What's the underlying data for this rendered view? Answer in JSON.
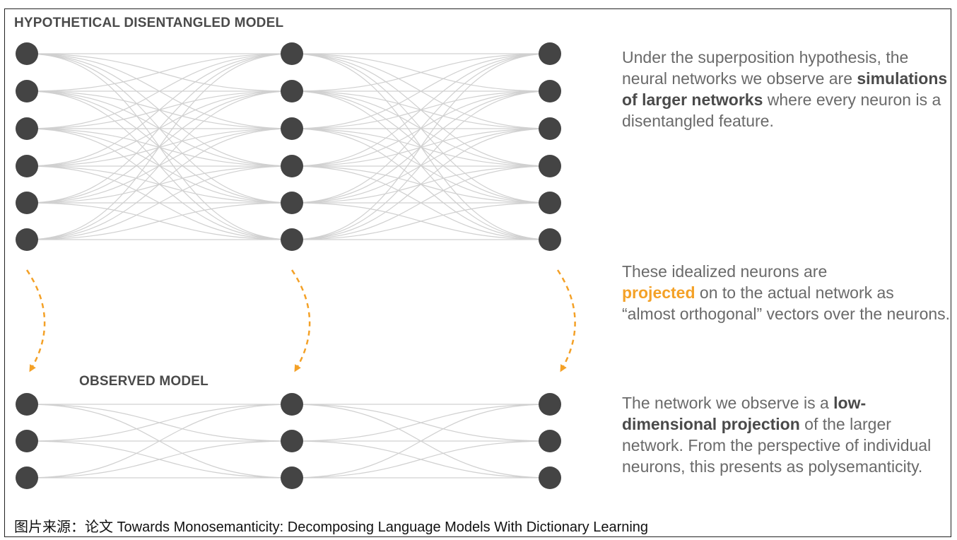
{
  "hypothetical_title": "HYPOTHETICAL DISENTANGLED MODEL",
  "observed_title": "OBSERVED MODEL",
  "text1": {
    "pre": "Under the superposition hypothesis, the neural networks we observe are ",
    "bold": "simulations of larger networks",
    "post": " where every neuron is a disentangled feature."
  },
  "text2": {
    "highlight": "projected",
    "post": " on to the actual network as “almost orthogonal” vectors over the neurons."
  },
  "text3": {
    "pre": "The network we observe is a ",
    "bold": "low-dimensional projection",
    "post": " of the larger network. From the perspective of individual neurons, this presents as polysemanticity."
  },
  "caption": "图片来源：论文 Towards Monosemanticity: Decomposing Language Models With Dictionary Learning",
  "colors": {
    "node": "#444444",
    "edge": "#d0d0d0",
    "arrow": "#f4a127",
    "highlight": "#f4a127"
  },
  "diagram": {
    "hypothetical": {
      "layers": 3,
      "neurons_per_layer": 6,
      "fully_connected": true
    },
    "observed": {
      "layers": 3,
      "neurons_per_layer": 3,
      "fully_connected": true
    },
    "projection_arrows": 3
  }
}
